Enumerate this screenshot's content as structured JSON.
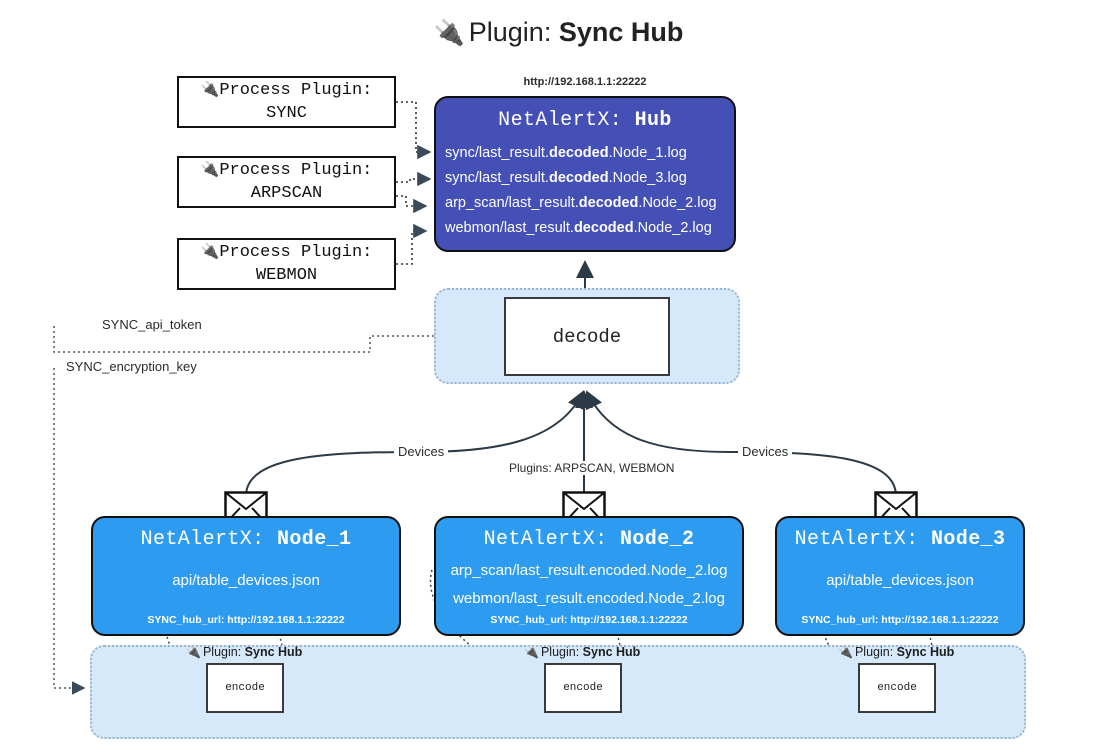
{
  "title": {
    "icon": "electric-plug-icon",
    "glyph": "🔌",
    "prefix": "Plugin:",
    "name": "Sync Hub"
  },
  "process_plugins": [
    {
      "icon": "electric-plug-icon",
      "glyph": "🔌",
      "line1": "Process Plugin:",
      "line2": "SYNC"
    },
    {
      "icon": "electric-plug-icon",
      "glyph": "🔌",
      "line1": "Process Plugin:",
      "line2": "ARPSCAN"
    },
    {
      "icon": "electric-plug-icon",
      "glyph": "🔌",
      "line1": "Process Plugin:",
      "line2": "WEBMON"
    }
  ],
  "hub": {
    "url": "http://192.168.1.1:22222",
    "title_prefix": "NetAlertX:",
    "title_name": "Hub",
    "logs": [
      {
        "pre": "sync/last_result.",
        "em": "decoded",
        "post": ".Node_1.log"
      },
      {
        "pre": "sync/last_result.",
        "em": "decoded",
        "post": ".Node_3.log"
      },
      {
        "pre": "arp_scan/last_result.",
        "em": "decoded",
        "post": ".Node_2.log"
      },
      {
        "pre": "webmon/last_result.",
        "em": "decoded",
        "post": ".Node_2.log"
      }
    ]
  },
  "decode": {
    "label": "decode"
  },
  "secret_edges": [
    {
      "label": "SYNC_api_token"
    },
    {
      "label": "SYNC_encryption_key"
    }
  ],
  "device_edges": [
    {
      "label": "Devices"
    },
    {
      "label": "Plugins: ARPSCAN, WEBMON"
    },
    {
      "label": "Devices"
    }
  ],
  "nodes": [
    {
      "icon": "envelope-icon",
      "title_prefix": "NetAlertX:",
      "title_name": "Node_1",
      "rows": [
        "api/table_devices.json"
      ],
      "foot": "SYNC_hub_url: http://192.168.1.1:22222"
    },
    {
      "icon": "envelope-icon",
      "title_prefix": "NetAlertX:",
      "title_name": "Node_2",
      "rows": [
        "arp_scan/last_result.encoded.Node_2.log",
        "webmon/last_result.encoded.Node_2.log"
      ],
      "foot": "SYNC_hub_url: http://192.168.1.1:22222"
    },
    {
      "icon": "envelope-icon",
      "title_prefix": "NetAlertX:",
      "title_name": "Node_3",
      "rows": [
        "api/table_devices.json"
      ],
      "foot": "SYNC_hub_url: http://192.168.1.1:22222"
    }
  ],
  "encoders": [
    {
      "cap_icon": "electric-plug-icon",
      "cap_glyph": "🔌",
      "cap_prefix": "Plugin:",
      "cap_name": "Sync Hub",
      "label": "encode"
    },
    {
      "cap_icon": "electric-plug-icon",
      "cap_glyph": "🔌",
      "cap_prefix": "Plugin:",
      "cap_name": "Sync Hub",
      "label": "encode"
    },
    {
      "cap_icon": "electric-plug-icon",
      "cap_glyph": "🔌",
      "cap_prefix": "Plugin:",
      "cap_name": "Sync Hub",
      "label": "encode"
    }
  ],
  "colors": {
    "hub_fill": "#4450b6",
    "node_fill": "#2d9bf0",
    "container_fill": "#d6e9fb",
    "container_border": "#9ab6cf",
    "stroke": "#111111",
    "background": "#ffffff"
  }
}
